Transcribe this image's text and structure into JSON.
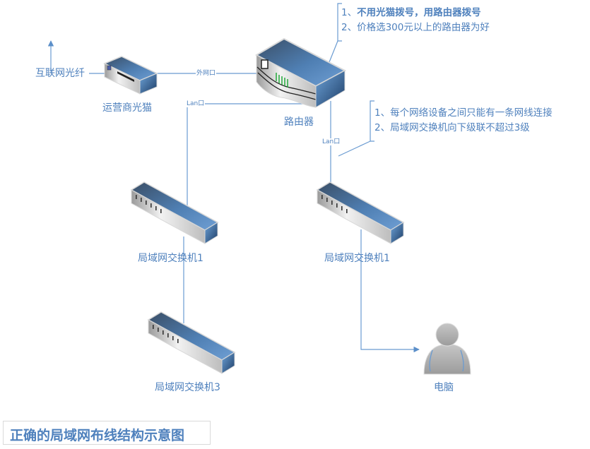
{
  "diagram": {
    "title": "正确的局域网布线结构示意图",
    "colors": {
      "accent": "#4f81bd",
      "line": "#5b8fc9",
      "device_blue": "#3f6fa6",
      "device_silver": "#c8c8c8",
      "person_gray": "#a9a9a9"
    },
    "nodes": {
      "internet": {
        "label": "互联网光纤",
        "icon": "arrow-up-icon"
      },
      "modem": {
        "label": "运营商光猫",
        "icon": "modem-icon"
      },
      "router": {
        "label": "路由器",
        "icon": "router-icon"
      },
      "switch_left": {
        "label": "局域网交换机1",
        "icon": "switch-icon"
      },
      "switch_right": {
        "label": "局域网交换机1",
        "icon": "switch-icon"
      },
      "switch_bottom": {
        "label": "局域网交换机3",
        "icon": "switch-icon"
      },
      "computer": {
        "label": "电脑",
        "icon": "user-icon"
      }
    },
    "port_labels": {
      "wan": "外网口",
      "lan_left": "Lan口",
      "lan_right": "Lan口"
    },
    "notes": {
      "router_note": {
        "line1_prefix": "1、",
        "line1_bold": "不用光猫拨号，用路由器拨号",
        "line2": "2、价格选300元以上的路由器为好"
      },
      "switch_note": {
        "line1": "1、每个网络设备之间只能有一条网线连接",
        "line2": "2、局域网交换机向下级联不超过3级"
      }
    }
  }
}
